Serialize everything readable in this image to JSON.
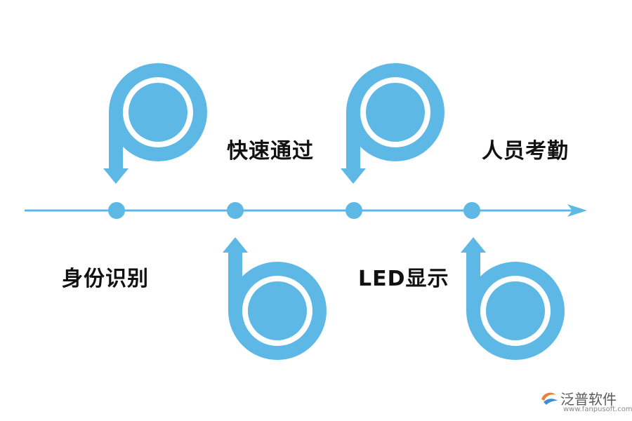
{
  "colors": {
    "accent": "#5db8e6",
    "text": "#111111",
    "watermark_text": "#5a5a5a",
    "watermark_logo_orange": "#e8823a",
    "watermark_logo_blue": "#3a8fd4"
  },
  "steps": [
    {
      "label": "身份识别",
      "icon": "arrow-down-loop-icon"
    },
    {
      "label": "快速通过",
      "icon": "arrow-up-loop-icon"
    },
    {
      "label": "LED显示",
      "icon": "arrow-down-loop-icon"
    },
    {
      "label": "人员考勤",
      "icon": "arrow-up-loop-icon"
    }
  ],
  "watermark": {
    "brand": "泛普软件",
    "url": "www.fanpusoft.com"
  }
}
